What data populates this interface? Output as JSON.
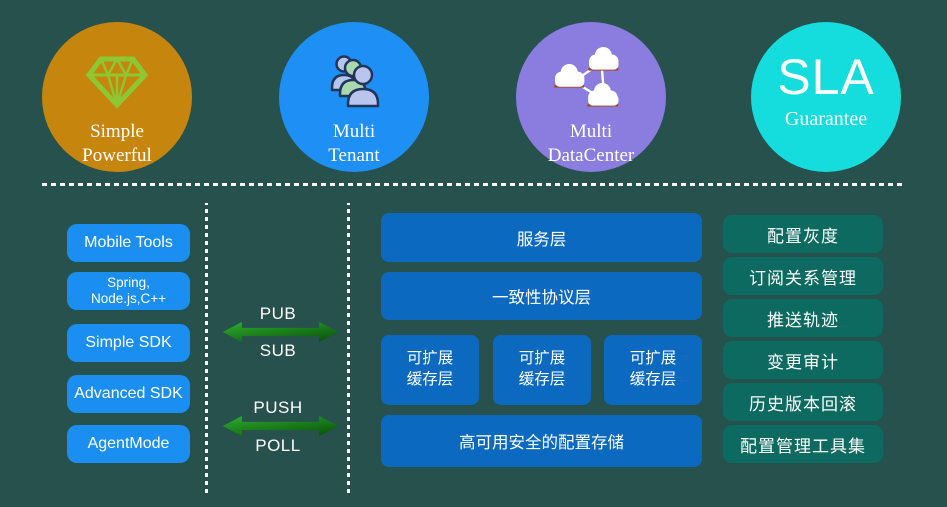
{
  "colors": {
    "background": "#27514C",
    "circle_orange": "#C6860D",
    "circle_blue": "#1E90F5",
    "circle_purple": "#8B7CE0",
    "circle_cyan": "#16DDDD",
    "client_button_blue": "#1B8EF2",
    "layer_box_blue": "#0B6AC0",
    "tool_box_teal": "#0D6A61",
    "arrow_green": "#1F9A1F",
    "diamond_green": "#8DC832"
  },
  "features": [
    {
      "icon": "diamond-icon",
      "line1": "Simple",
      "line2": "Powerful"
    },
    {
      "icon": "people-icon",
      "line1": "Multi",
      "line2": "Tenant"
    },
    {
      "icon": "clouds-icon",
      "line1": "Multi",
      "line2": "DataCenter"
    },
    {
      "icon": "sla-wordmark",
      "line1": "SLA",
      "line2": "Guarantee"
    }
  ],
  "clients": {
    "buttons": [
      "Mobile Tools",
      "Spring,\nNode.js,C++",
      "Simple SDK",
      "Advanced SDK",
      "AgentMode"
    ]
  },
  "channels": [
    {
      "top_label": "PUB",
      "bottom_label": "SUB"
    },
    {
      "top_label": "PUSH",
      "bottom_label": "POLL"
    }
  ],
  "layers": {
    "service": "服务层",
    "consistency": "一致性协议层",
    "cache": [
      "可扩展\n缓存层",
      "可扩展\n缓存层",
      "可扩展\n缓存层"
    ],
    "storage": "高可用安全的配置存储"
  },
  "tools": [
    "配置灰度",
    "订阅关系管理",
    "推送轨迹",
    "变更审计",
    "历史版本回滚",
    "配置管理工具集"
  ]
}
